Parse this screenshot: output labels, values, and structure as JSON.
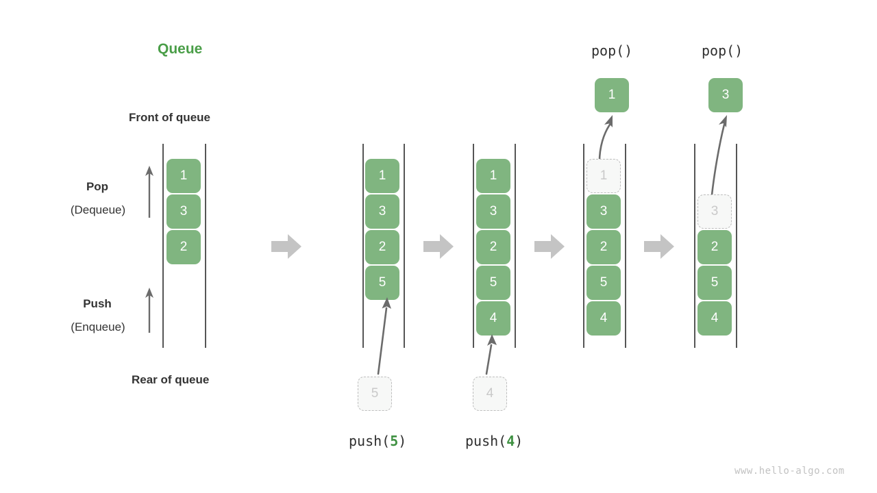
{
  "diagram": {
    "title": "Queue",
    "watermark": "www.hello-algo.com",
    "annotations": {
      "front_of_queue": "Front of queue",
      "rear_of_queue": "Rear of queue",
      "pop_label": "Pop",
      "pop_sublabel": "(Dequeue)",
      "push_label": "Push",
      "push_sublabel": "(Enqueue)"
    },
    "colors": {
      "element_fill": "#80b580",
      "element_text": "#ffffff",
      "ghost_fill": "#f7f8f7",
      "ghost_border": "#bdbdbd",
      "ghost_text": "#c9c9c9",
      "title_green": "#4a9e48",
      "arg_green": "#3f9142",
      "rail": "#555555",
      "block_arrow": "#c4c4c4",
      "motion_arrow": "#6b6b6b",
      "watermark": "#c2c2c2"
    },
    "stages": [
      {
        "id": "initial",
        "caption": "",
        "caption_arg": "",
        "top_op": "",
        "popped_value": "",
        "items": [
          {
            "value": "1",
            "state": "filled"
          },
          {
            "value": "3",
            "state": "filled"
          },
          {
            "value": "2",
            "state": "filled"
          }
        ],
        "incoming": null
      },
      {
        "id": "push-5",
        "caption": "push(",
        "caption_arg": "5",
        "caption_close": ")",
        "top_op": "",
        "popped_value": "",
        "items": [
          {
            "value": "1",
            "state": "filled"
          },
          {
            "value": "3",
            "state": "filled"
          },
          {
            "value": "2",
            "state": "filled"
          },
          {
            "value": "5",
            "state": "filled"
          }
        ],
        "incoming": {
          "value": "5",
          "state": "ghost"
        }
      },
      {
        "id": "push-4",
        "caption": "push(",
        "caption_arg": "4",
        "caption_close": ")",
        "top_op": "",
        "popped_value": "",
        "items": [
          {
            "value": "1",
            "state": "filled"
          },
          {
            "value": "3",
            "state": "filled"
          },
          {
            "value": "2",
            "state": "filled"
          },
          {
            "value": "5",
            "state": "filled"
          },
          {
            "value": "4",
            "state": "filled"
          }
        ],
        "incoming": {
          "value": "4",
          "state": "ghost"
        }
      },
      {
        "id": "pop-1",
        "caption": "",
        "caption_arg": "",
        "top_op": "pop()",
        "popped_value": "1",
        "items": [
          {
            "value": "1",
            "state": "ghost"
          },
          {
            "value": "3",
            "state": "filled"
          },
          {
            "value": "2",
            "state": "filled"
          },
          {
            "value": "5",
            "state": "filled"
          },
          {
            "value": "4",
            "state": "filled"
          }
        ],
        "incoming": null
      },
      {
        "id": "pop-3",
        "caption": "",
        "caption_arg": "",
        "top_op": "pop()",
        "popped_value": "3",
        "items": [
          {
            "value": "3",
            "state": "ghost"
          },
          {
            "value": "2",
            "state": "filled"
          },
          {
            "value": "5",
            "state": "filled"
          },
          {
            "value": "4",
            "state": "filled"
          }
        ],
        "incoming": null
      }
    ]
  }
}
